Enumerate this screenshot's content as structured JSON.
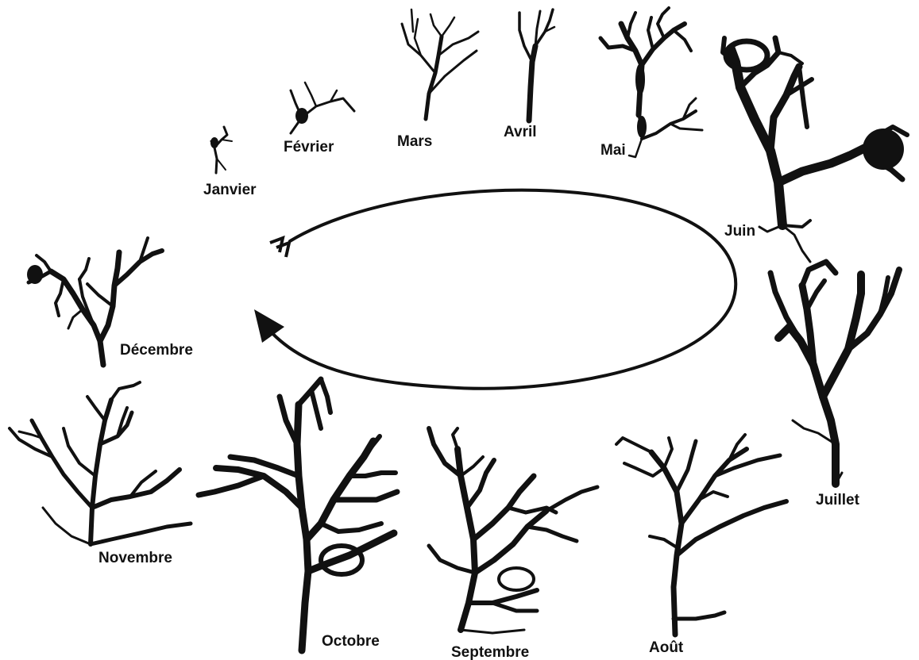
{
  "months": {
    "janvier": "Janvier",
    "fevrier": "Février",
    "mars": "Mars",
    "avril": "Avril",
    "mai": "Mai",
    "juin": "Juin",
    "juillet": "Juillet",
    "aout": "Août",
    "septembre": "Septembre",
    "octobre": "Octobre",
    "novembre": "Novembre",
    "decembre": "Décembre"
  },
  "colors": {
    "ink": "#111111",
    "background": "#ffffff"
  },
  "icons": {
    "cycle": "counterclockwise-cycle-arrow-icon",
    "start": "cycle-start-chevron-icon"
  }
}
